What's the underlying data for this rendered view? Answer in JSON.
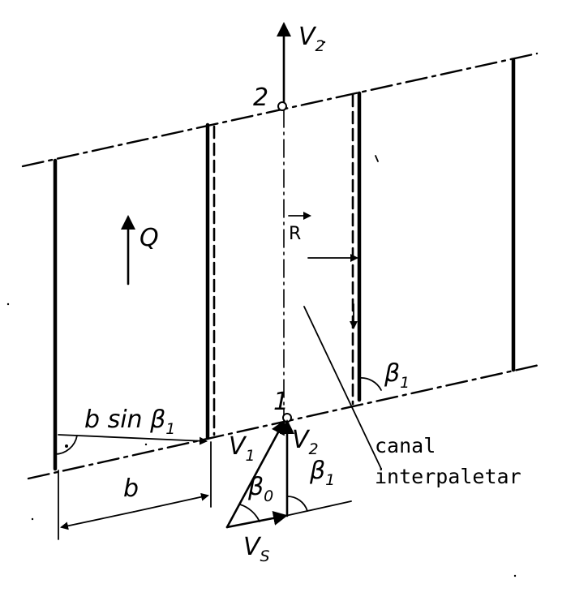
{
  "labels": {
    "point_2": "2",
    "point_1": "1",
    "v2_top": "V",
    "v2_top_sub": "2",
    "q": "Q",
    "r": "R",
    "beta1_right": "β",
    "beta1_right_sub": "1",
    "bsin": "b sin β",
    "bsin_sub": "1",
    "v1": "V",
    "v1_sub": "1",
    "v2_bottom": "V",
    "v2_bottom_sub": "2",
    "beta0": "β",
    "beta0_sub": "0",
    "beta1_bottom": "β",
    "beta1_bottom_sub": "1",
    "b": "b",
    "vs": "V",
    "vs_sub": "S",
    "canal_line1": "canal",
    "canal_line2": "interpaletar"
  }
}
